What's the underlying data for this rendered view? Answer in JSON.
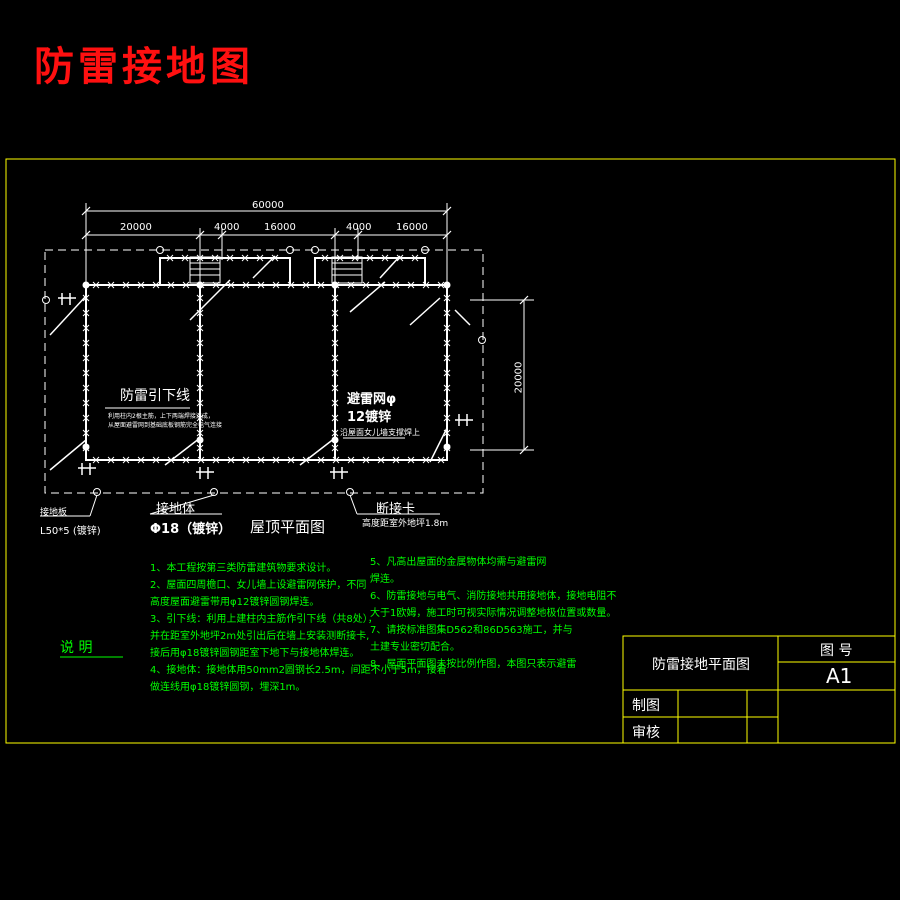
{
  "title": "防雷接地图",
  "dimensions": {
    "total": "60000",
    "seg1": "20000",
    "seg2": "4000",
    "seg3": "16000",
    "seg4": "4000",
    "seg5": "16000",
    "side": "20000"
  },
  "labels": {
    "downlead": "防雷引下线",
    "downlead_note": "利用柱内2根主筋，上下两端焊接连成，\n从屋面避雷网到基础底板钢筋完全电气连接",
    "net_line1": "避雷网φ",
    "net_line2": "12镀锌",
    "net_line3": "沿屋面女儿墙支撑焊上",
    "ground_plate": "接地板",
    "angle_steel": "L50*5 (镀锌)",
    "ground_body": "接地体",
    "rod": "Φ18（镀锌）",
    "plan_name": "屋顶平面图",
    "test_clip": "断接卡",
    "test_clip_note": "高度距室外地坪1.8m"
  },
  "notes_header": "说     明",
  "notes": [
    "1、本工程按第三类防雷建筑物要求设计。",
    "2、屋面四周檐口、女儿墙上设避雷网保护，不同",
    "   高度屋面避雷带用φ12镀锌圆钢焊连。",
    "3、引下线：利用上建柱内主筋作引下线（共8处），",
    "   并在距室外地坪2m处引出后在墙上安装测断接卡,",
    "   接后用φ18镀锌圆钢距室下地下与接地体焊连。",
    "4、接地体：接地体用50mm2圆钢长2.5m，间距不小于5m，接着",
    "   做连线用φ18镀锌圆钢，埋深1m。"
  ],
  "notes_right": [
    "5、凡高出屋面的金属物体均需与避雷网",
    "   焊连。",
    "6、防雷接地与电气、消防接地共用接地体，接地电阻不",
    "   大于1欧姆，施工时可视实际情况调整地极位置或数量。",
    "7、请按标准图集D562和86D563施工，并与",
    "   土建专业密切配合。",
    "8、屋面平面图未按比例作图，本图只表示避雷"
  ],
  "title_block": {
    "drawing_name": "防雷接地平面图",
    "drawing_no_label": "图  号",
    "drawing_no": "A1",
    "drawn_by": "制图",
    "checked_by": "审核"
  },
  "colors": {
    "background": "#000000",
    "title": "#ff1010",
    "frame": "#ffff00",
    "drawing": "#ffffff",
    "notes": "#00ff00"
  }
}
